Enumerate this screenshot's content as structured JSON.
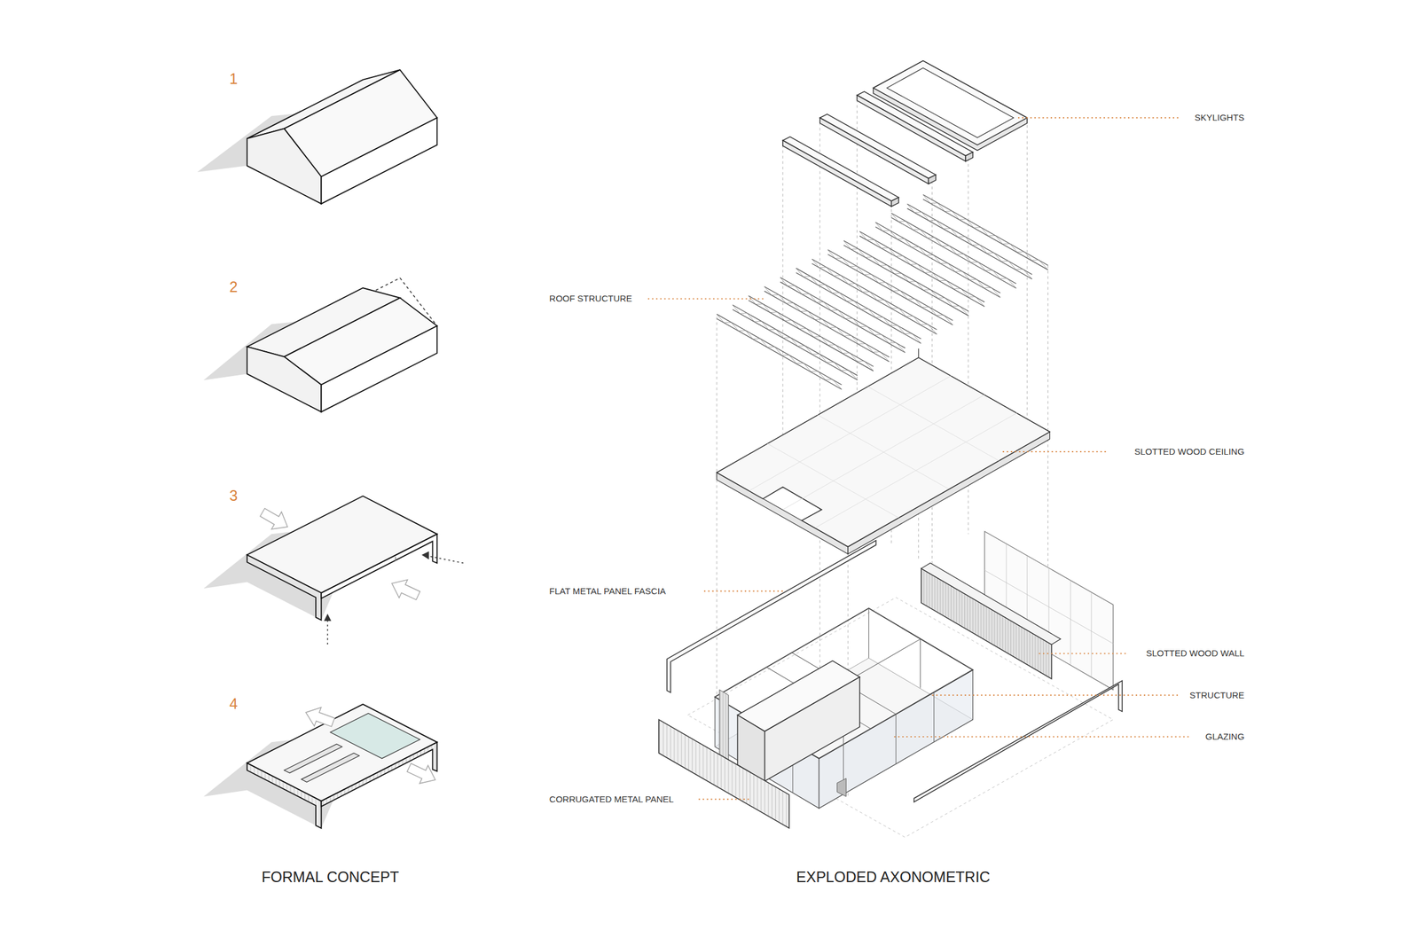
{
  "diagram": {
    "labels": [
      "1",
      "2",
      "3",
      "4",
      "SKYLIGHTS",
      "ROOF STRUCTURE",
      "SLOTTED WOOD CEILING",
      "FLAT METAL PANEL FASCIA",
      "SLOTTED WOOD WALL",
      "STRUCTURE",
      "GLAZING",
      "CORRUGATED METAL PANEL",
      "FORMAL CONCEPT",
      "EXPLODED AXONOMETRIC"
    ]
  }
}
